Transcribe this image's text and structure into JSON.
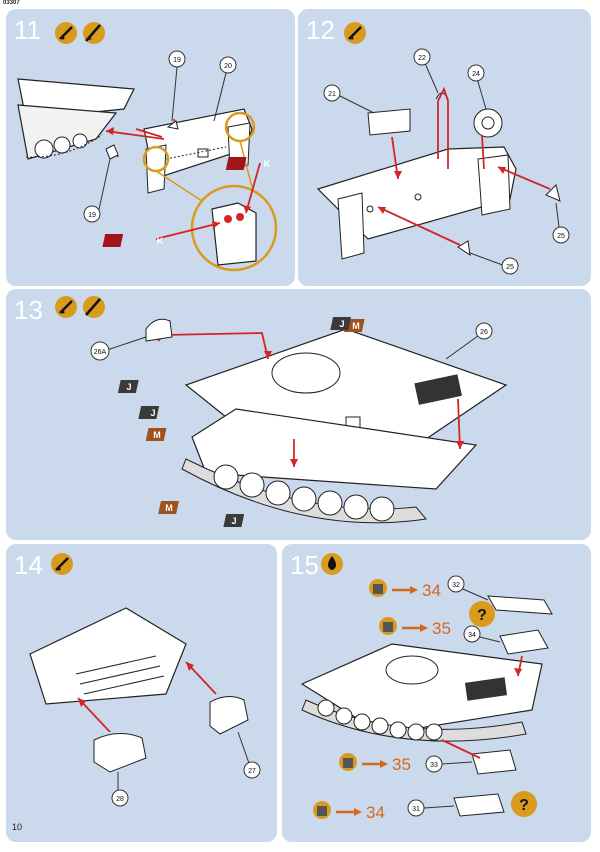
{
  "header": {
    "code": "03307"
  },
  "page_number": "10",
  "colors": {
    "panel": "#cbd9ec",
    "arrow": "#d32525",
    "callout": "#d99a1e",
    "tag_k": "#a1141c",
    "tag_m": "#a0521e",
    "tag_j": "#3a3a3a",
    "ref": "#d4691e"
  },
  "steps": [
    {
      "number": "11",
      "icons": [
        "glue-icon",
        "brush-icon"
      ],
      "parts": [
        "19",
        "20",
        "19"
      ],
      "tags": [
        "K",
        "K"
      ]
    },
    {
      "number": "12",
      "icons": [
        "glue-icon"
      ],
      "parts": [
        "21",
        "22",
        "24",
        "25",
        "25"
      ]
    },
    {
      "number": "13",
      "icons": [
        "glue-icon",
        "brush-icon"
      ],
      "parts": [
        "26A",
        "26"
      ],
      "tags": [
        "J",
        "M",
        "J",
        "J",
        "M",
        "M",
        "J"
      ]
    },
    {
      "number": "14",
      "icons": [
        "glue-icon"
      ],
      "parts": [
        "27",
        "28"
      ]
    },
    {
      "number": "15",
      "icons": [
        "glue-drop-icon"
      ],
      "parts": [
        "32",
        "34",
        "33",
        "31"
      ],
      "paint_refs": [
        "34",
        "35",
        "35",
        "34"
      ],
      "optional_marks": [
        "?",
        "?"
      ]
    }
  ]
}
